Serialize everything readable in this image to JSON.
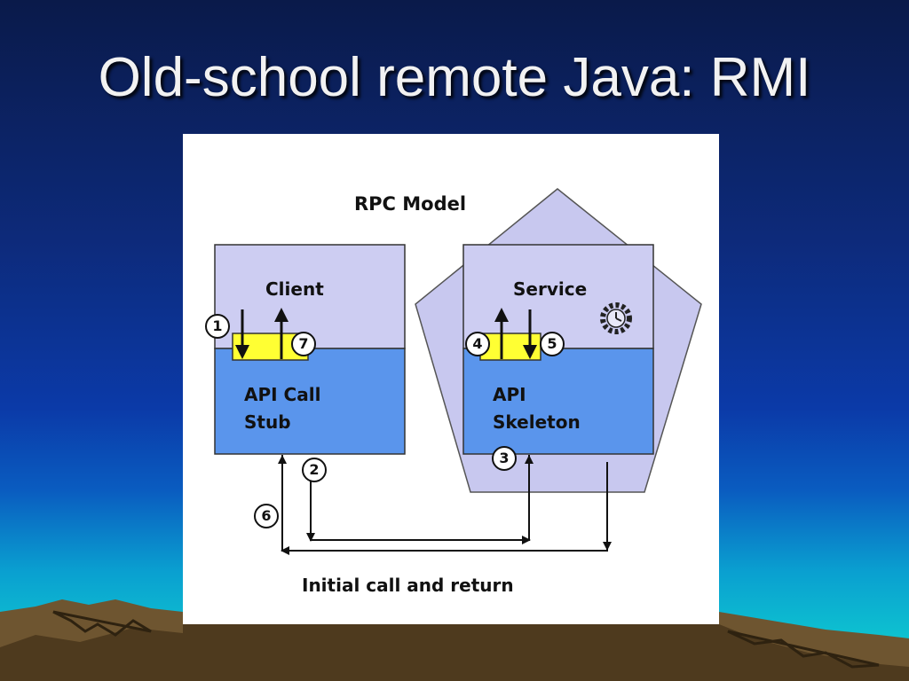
{
  "slide": {
    "title": "Old-school remote Java: RMI"
  },
  "diagram": {
    "title": "RPC Model",
    "client": {
      "label": "Client",
      "stub": "API Call\nStub"
    },
    "service": {
      "label": "Service",
      "skeleton": "API\nSkeleton",
      "icon": "gear-clock-icon"
    },
    "caption": "Initial call and return",
    "steps": [
      "1",
      "2",
      "3",
      "4",
      "5",
      "6",
      "7"
    ],
    "colors": {
      "upper_box": "#cdcdf2",
      "lower_box": "#5a95ec",
      "pentagon": "#c8c8ef",
      "connector": "#ffff33"
    }
  }
}
